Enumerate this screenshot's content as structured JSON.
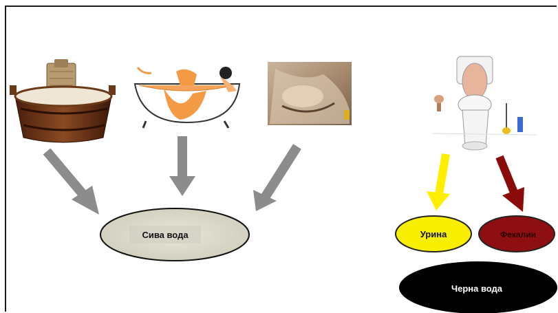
{
  "labels": {
    "grey_water": "Сива вода",
    "urine": "Урина",
    "feces": "Фекалии",
    "black_water": "Черна вода"
  },
  "colors": {
    "grey_arrow": "#8c8c8c",
    "yellow_arrow": "#ffee00",
    "red_arrow": "#8b0a0a",
    "grey_ellipse": "#dcdacb",
    "urine_fill": "#f8ee00",
    "feces_fill": "#8e0f12",
    "black_fill": "#000000"
  },
  "icons": [
    "washtub-icon",
    "bathtub-icon",
    "dishwashing-icon",
    "toilet-icon"
  ]
}
